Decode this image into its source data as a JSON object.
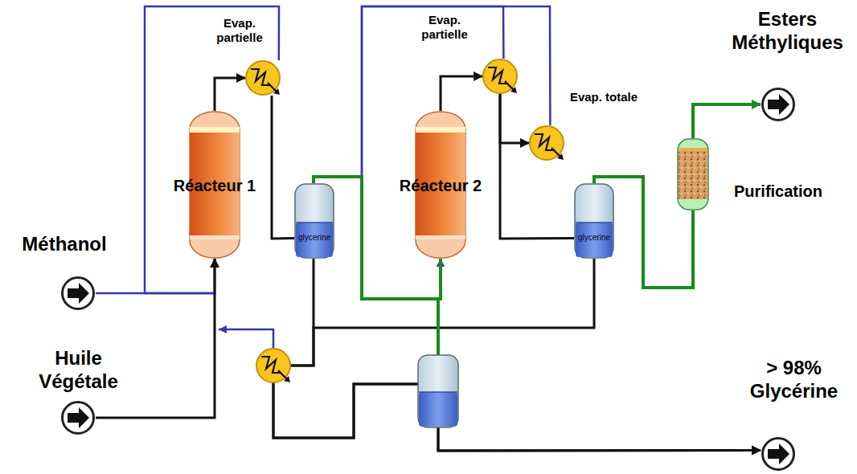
{
  "diagram": {
    "nodes": [
      {
        "text": [
          "Méthanol"
        ]
      },
      {
        "text": [
          "Huile Végétale"
        ]
      },
      {
        "text": [
          "Réacteur 1"
        ]
      },
      {
        "text": [
          "Evap. partielle"
        ]
      },
      {
        "text": [
          "glycerine"
        ]
      },
      {
        "text": [
          "Réacteur 2"
        ]
      },
      {
        "text": [
          "Evap. partielle"
        ]
      },
      {
        "text": [
          "Evap. totale"
        ]
      },
      {
        "text": [
          "glycerine"
        ]
      },
      {
        "text": [
          "Purification"
        ]
      },
      {
        "text": [
          "Esters Méthyliques"
        ]
      },
      {
        "text": [
          "> 98% Glycérine"
        ]
      }
    ],
    "edges": [
      {
        "from": 0,
        "to": 2,
        "arrow": "to"
      },
      {
        "from": 1,
        "to": 2,
        "arrow": "to"
      },
      {
        "from": 2,
        "to": 3,
        "arrow": "to"
      },
      {
        "from": 3,
        "to": 4,
        "arrow": "none"
      },
      {
        "from": 4,
        "to": 5,
        "arrow": "none"
      },
      {
        "from": 5,
        "to": 6,
        "arrow": "to"
      },
      {
        "from": 6,
        "to": 7,
        "arrow": "to"
      },
      {
        "from": 6,
        "to": 8,
        "arrow": "none"
      },
      {
        "from": 8,
        "to": 9,
        "arrow": "none"
      },
      {
        "from": 9,
        "to": 10,
        "arrow": "to"
      },
      {
        "from": 4,
        "to": 11,
        "arrow": "to"
      },
      {
        "from": 8,
        "to": 11,
        "arrow": "to"
      },
      {
        "from": 3,
        "to": 2,
        "arrow": "to"
      },
      {
        "from": 6,
        "to": 5,
        "arrow": "to"
      },
      {
        "from": 7,
        "to": 5,
        "arrow": "to"
      }
    ]
  }
}
